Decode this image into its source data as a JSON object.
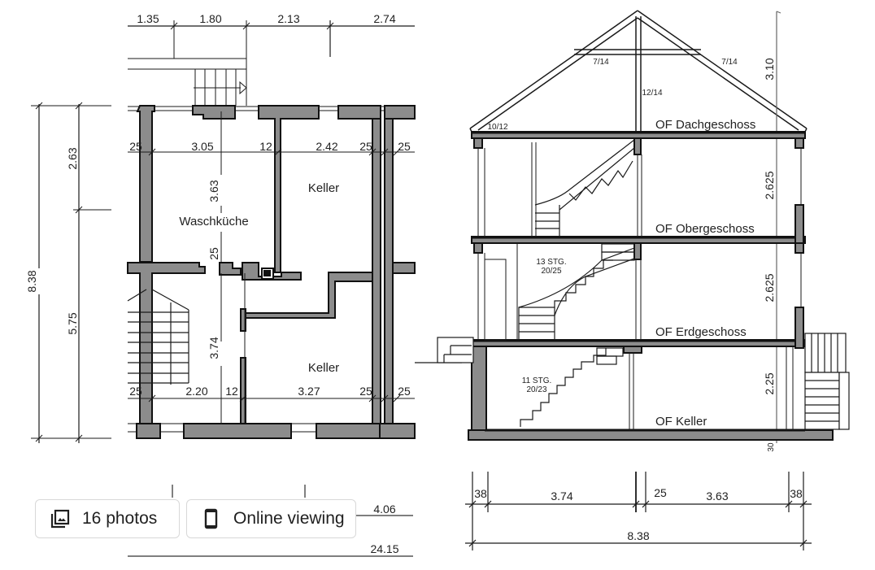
{
  "floor_plan": {
    "top_dimensions": [
      "1.35",
      "1.80",
      "2.13",
      "2.74"
    ],
    "left_dimensions": {
      "total": "8.38",
      "upper": "2.63",
      "lower": "5.75"
    },
    "upper_row_dimensions": [
      "25",
      "3.05",
      "12",
      "2.42",
      "25",
      "25"
    ],
    "lower_row_dimensions": [
      "25",
      "2.20",
      "12",
      "3.27",
      "25",
      "25"
    ],
    "vertical_dimensions": {
      "waschkueche_height": "3.63",
      "door_gap": "25",
      "lower_height": "3.74"
    },
    "rooms": {
      "waschkueche": "Waschküche",
      "keller_upper": "Keller",
      "keller_lower": "Keller"
    },
    "bottom_dimensions": {
      "partial": "4.06",
      "total": "24.15"
    }
  },
  "section": {
    "roof_labels": {
      "collar_left": "7/14",
      "collar_right": "7/14",
      "king_post": "12/14",
      "rafter_foot": "10/12",
      "roof_height": "3.10"
    },
    "levels": {
      "attic": "OF Dachgeschoss",
      "upper": "OF Obergeschoss",
      "ground": "OF Erdgeschoss",
      "cellar": "OF Keller"
    },
    "floor_heights": {
      "upper": "2.625",
      "ground": "2.625",
      "cellar": "2.25",
      "slab": "30"
    },
    "stairs": {
      "ground_line1": "13 STG.",
      "ground_line2": "20/25",
      "cellar_line1": "11 STG.",
      "cellar_line2": "20/23"
    },
    "bottom_dimensions": [
      "38",
      "3.74",
      "25",
      "3.63",
      "38"
    ],
    "total_width": "8.38"
  },
  "buttons": {
    "photos": {
      "label": "16 photos",
      "icon": "photo-library-icon"
    },
    "online": {
      "label": "Online viewing",
      "icon": "smartphone-icon"
    }
  },
  "colors": {
    "wall_fill": "#8c8c8c",
    "line": "#1a1a1a",
    "button_border": "#d8d8d8"
  }
}
